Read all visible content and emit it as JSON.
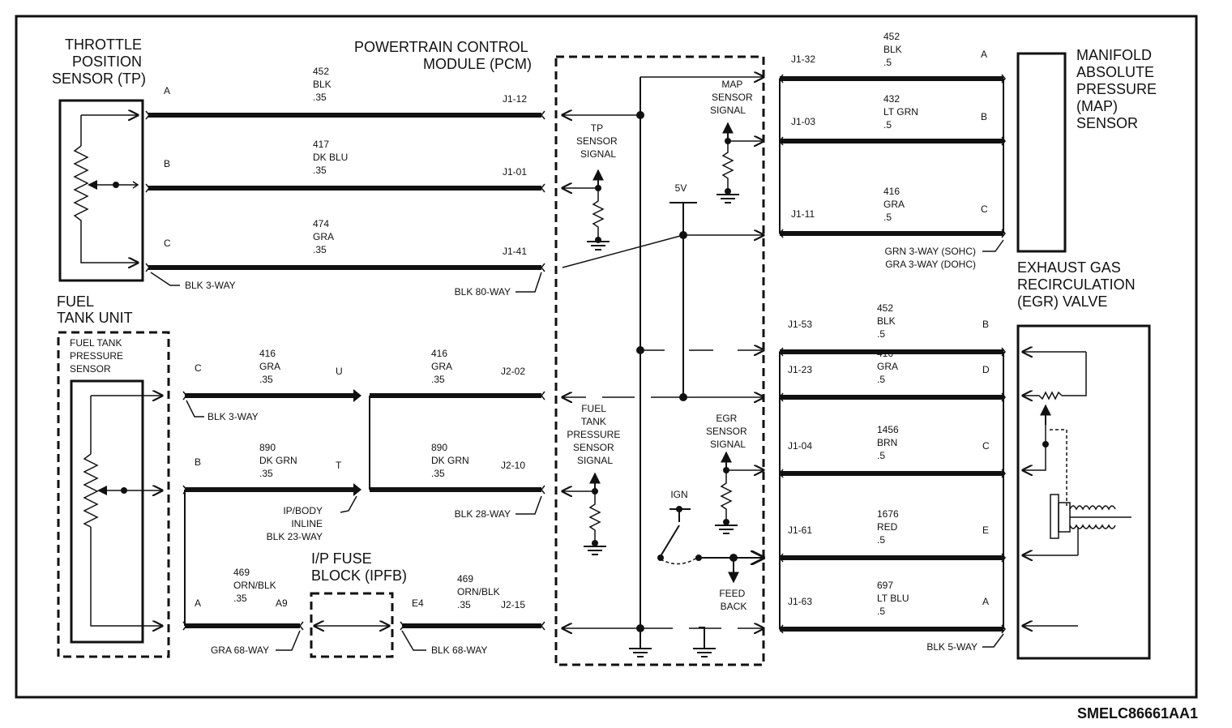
{
  "title": "",
  "diagram_id": "SMELC86661AA1",
  "components": {
    "tp_sensor": "THROTTLE\nPOSITION\nSENSOR (TP)",
    "pcm": "POWERTRAIN CONTROL\nMODULE (PCM)",
    "map_sensor": "MANIFOLD\nABSOLUTE\nPRESSURE\n(MAP)\nSENSOR",
    "fuel_tank_unit": "FUEL\nTANK UNIT",
    "fuel_tank_pressure_sensor": "FUEL TANK\nPRESSURE\nSENSOR",
    "egr_valve": "EXHAUST GAS\nRECIRCULATION\n(EGR) VALVE",
    "ipfb": "I/P FUSE\nBLOCK (IPFB)"
  },
  "pcm_internal": {
    "tp_signal": "TP\nSENSOR\nSIGNAL",
    "map_signal": "MAP\nSENSOR\nSIGNAL",
    "five_v": "5V",
    "fuel_tank_signal": "FUEL\nTANK\nPRESSURE\nSENSOR\nSIGNAL",
    "egr_signal": "EGR\nSENSOR\nSIGNAL",
    "ign": "IGN",
    "feedback": "FEED\nBACK"
  },
  "tp_wires": [
    {
      "pin": "A",
      "circuit": "452",
      "color": "BLK",
      "gauge": ".35",
      "pcm_pin": "J1-12"
    },
    {
      "pin": "B",
      "circuit": "417",
      "color": "DK BLU",
      "gauge": ".35",
      "pcm_pin": "J1-01"
    },
    {
      "pin": "C",
      "circuit": "474",
      "color": "GRA",
      "gauge": ".35",
      "pcm_pin": "J1-41"
    }
  ],
  "tp_connectors": {
    "sensor": "BLK 3-WAY",
    "pcm": "BLK 80-WAY"
  },
  "fuel_wires": [
    {
      "pin": "C",
      "circuit": "416",
      "color": "GRA",
      "gauge": ".35",
      "inline_pin": "U",
      "circuit2": "416",
      "color2": "GRA",
      "gauge2": ".35",
      "pcm_pin": "J2-02"
    },
    {
      "pin": "B",
      "circuit": "890",
      "color": "DK GRN",
      "gauge": ".35",
      "inline_pin": "T",
      "circuit2": "890",
      "color2": "DK GRN",
      "gauge2": ".35",
      "pcm_pin": "J2-10"
    },
    {
      "pin": "A",
      "circuit": "469",
      "color": "ORN/BLK",
      "gauge": ".35",
      "inline_pin": "A9",
      "fuse_pin": "E4",
      "circuit2": "469",
      "color2": "ORN/BLK",
      "gauge2": ".35",
      "pcm_pin": "J2-15"
    }
  ],
  "fuel_connectors": {
    "sensor": "BLK 3-WAY",
    "inline": "IP/BODY\nINLINE\nBLK 23-WAY",
    "pcm": "BLK 28-WAY",
    "ipfb_left": "GRA 68-WAY",
    "ipfb_right": "BLK 68-WAY"
  },
  "map_wires": [
    {
      "pcm_pin": "J1-32",
      "circuit": "452",
      "color": "BLK",
      "gauge": ".5",
      "pin": "A"
    },
    {
      "pcm_pin": "J1-03",
      "circuit": "432",
      "color": "LT GRN",
      "gauge": ".5",
      "pin": "B"
    },
    {
      "pcm_pin": "J1-11",
      "circuit": "416",
      "color": "GRA",
      "gauge": ".5",
      "pin": "C"
    }
  ],
  "map_connectors": "GRN 3-WAY (SOHC)\nGRA 3-WAY (DOHC)",
  "egr_wires": [
    {
      "pcm_pin": "J1-53",
      "circuit": "452",
      "color": "BLK",
      "gauge": ".5",
      "pin": "B"
    },
    {
      "pcm_pin": "J1-23",
      "circuit": "416",
      "color": "GRA",
      "gauge": ".5",
      "pin": "D"
    },
    {
      "pcm_pin": "J1-04",
      "circuit": "1456",
      "color": "BRN",
      "gauge": ".5",
      "pin": "C"
    },
    {
      "pcm_pin": "J1-61",
      "circuit": "1676",
      "color": "RED",
      "gauge": ".5",
      "pin": "E"
    },
    {
      "pcm_pin": "J1-63",
      "circuit": "697",
      "color": "LT BLU",
      "gauge": ".5",
      "pin": "A"
    }
  ],
  "egr_connector": "BLK 5-WAY"
}
